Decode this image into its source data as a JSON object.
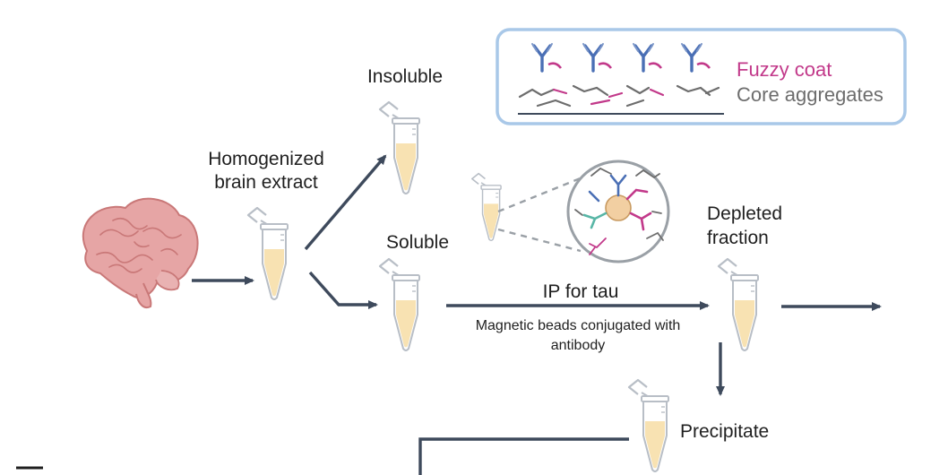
{
  "labels": {
    "homogenized_line1": "Homogenized",
    "homogenized_line2": "brain extract",
    "insoluble": "Insoluble",
    "soluble": "Soluble",
    "ip_for_tau": "IP for tau",
    "beads_line1": "Magnetic beads conjugated with",
    "beads_line2": "antibody",
    "depleted_line1": "Depleted",
    "depleted_line2": "fraction",
    "precipitate": "Precipitate"
  },
  "legend": {
    "fuzzy_coat": "Fuzzy coat",
    "core_aggregates": "Core aggregates"
  },
  "colors": {
    "arrow": "#3e4a5c",
    "tube_liquid": "#f8e2b2",
    "tube_outline": "#b8bec6",
    "brain": "#e6a5a5",
    "brain_dark": "#c97878",
    "fuzzy_coat": "#c2398a",
    "core_aggregates": "#6d6d6d",
    "antibody_blue": "#4a6fb5",
    "antibody_teal": "#58b6a6",
    "legend_border": "#a9c8e8",
    "bead": "#f2cfa2"
  }
}
